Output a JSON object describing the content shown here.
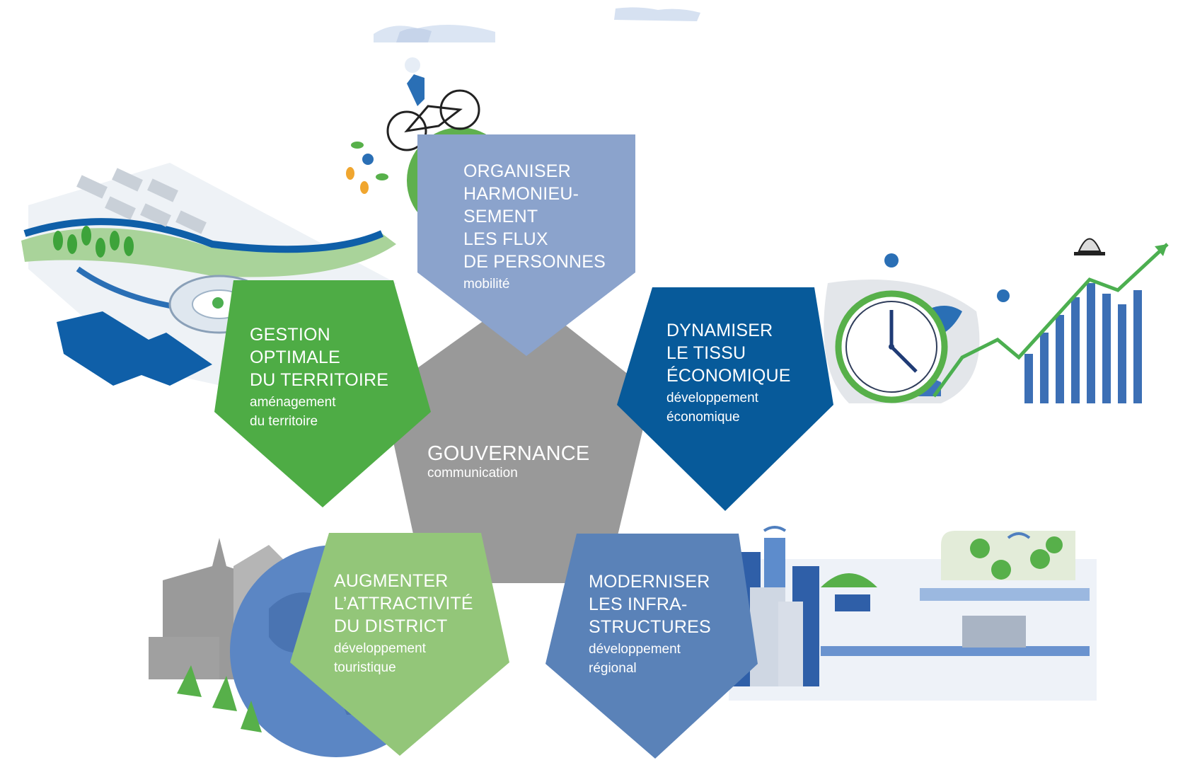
{
  "colors": {
    "center": "#999999",
    "mobilite": "#8ba3cc",
    "economie": "#075a9a",
    "territoire": "#4eac45",
    "tourisme": "#93c679",
    "infrastructures": "#5a82b8",
    "illustration_blue": "#4f7fbf",
    "illustration_green": "#57b04a"
  },
  "center": {
    "title": "GOUVERNANCE",
    "subtitle": "communication"
  },
  "pillars": [
    {
      "id": "mobilite",
      "title": "ORGANISER\nHARMONIEU-\nSEMENT\nLES FLUX\nDE PERSONNES",
      "subtitle": "mobilité"
    },
    {
      "id": "economie",
      "title": "DYNAMISER\nLE TISSU\nÉCONOMIQUE",
      "subtitle": "développement\néconomique"
    },
    {
      "id": "territoire",
      "title": "GESTION\nOPTIMALE\nDU TERRITOIRE",
      "subtitle": "aménagement\ndu territoire"
    },
    {
      "id": "tourisme",
      "title": "AUGMENTER\nL’ATTRACTIVITÉ\nDU DISTRICT",
      "subtitle": "développement\ntouristique"
    },
    {
      "id": "infrastructures",
      "title": "MODERNISER\nLES INFRA-\nSTRUCTURES",
      "subtitle": "développement\nrégional"
    }
  ],
  "illustrations": [
    {
      "name": "cyclist-on-globe-illustration"
    },
    {
      "name": "urban-plan-illustration"
    },
    {
      "name": "clock-growth-chart-illustration"
    },
    {
      "name": "world-landmarks-illustration"
    },
    {
      "name": "smart-city-illustration"
    }
  ]
}
